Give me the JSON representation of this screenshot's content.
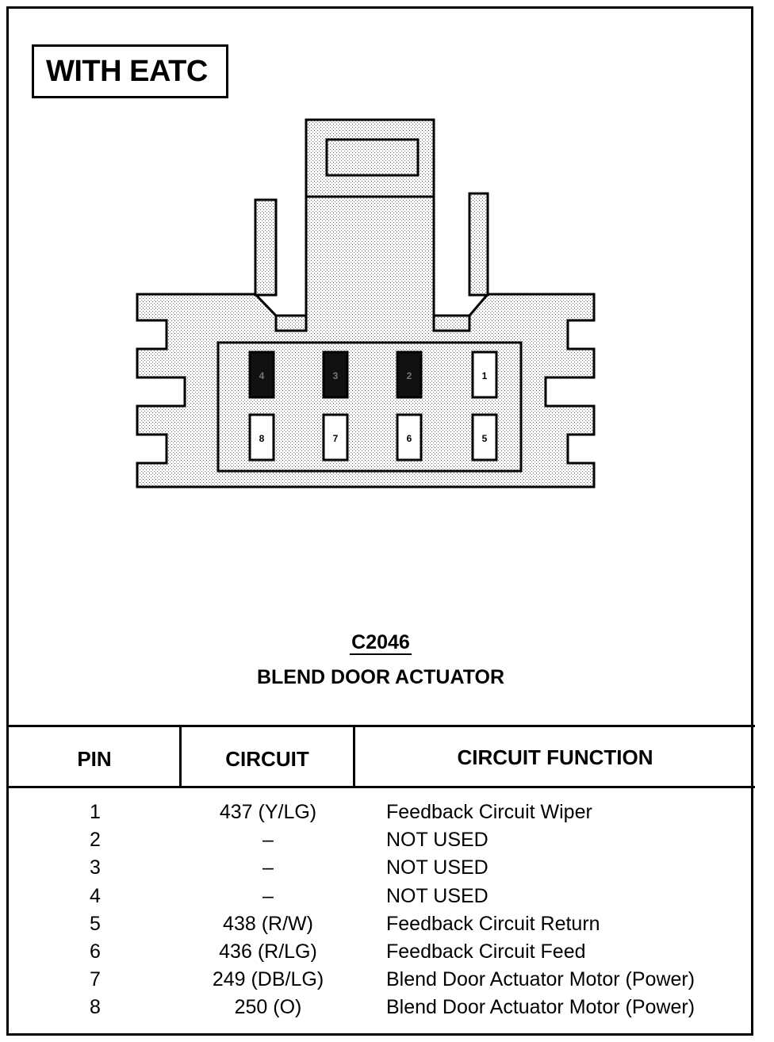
{
  "header": {
    "badge": "WITH EATC"
  },
  "connector": {
    "id": "C2046",
    "name": "BLEND DOOR ACTUATOR",
    "cavities": [
      {
        "label": "4",
        "state": "unused"
      },
      {
        "label": "3",
        "state": "unused"
      },
      {
        "label": "2",
        "state": "unused"
      },
      {
        "label": "1",
        "state": "used"
      },
      {
        "label": "8",
        "state": "used"
      },
      {
        "label": "7",
        "state": "used"
      },
      {
        "label": "6",
        "state": "used"
      },
      {
        "label": "5",
        "state": "used"
      }
    ]
  },
  "table": {
    "headers": {
      "pin": "PIN",
      "circuit": "CIRCUIT",
      "function": "CIRCUIT FUNCTION"
    },
    "rows": [
      {
        "pin": "1",
        "circuit": "437 (Y/LG)",
        "function": "Feedback Circuit Wiper"
      },
      {
        "pin": "2",
        "circuit": "–",
        "function": "NOT USED"
      },
      {
        "pin": "3",
        "circuit": "–",
        "function": "NOT USED"
      },
      {
        "pin": "4",
        "circuit": "–",
        "function": "NOT USED"
      },
      {
        "pin": "5",
        "circuit": "438 (R/W)",
        "function": "Feedback Circuit Return"
      },
      {
        "pin": "6",
        "circuit": "436 (R/LG)",
        "function": "Feedback Circuit Feed"
      },
      {
        "pin": "7",
        "circuit": "249 (DB/LG)",
        "function": "Blend Door Actuator Motor (Power)"
      },
      {
        "pin": "8",
        "circuit": "250 (O)",
        "function": "Blend Door Actuator Motor (Power)"
      }
    ]
  },
  "colors": {
    "ink": "#000000",
    "fill": "#d9d9d9",
    "paper": "#ffffff"
  }
}
